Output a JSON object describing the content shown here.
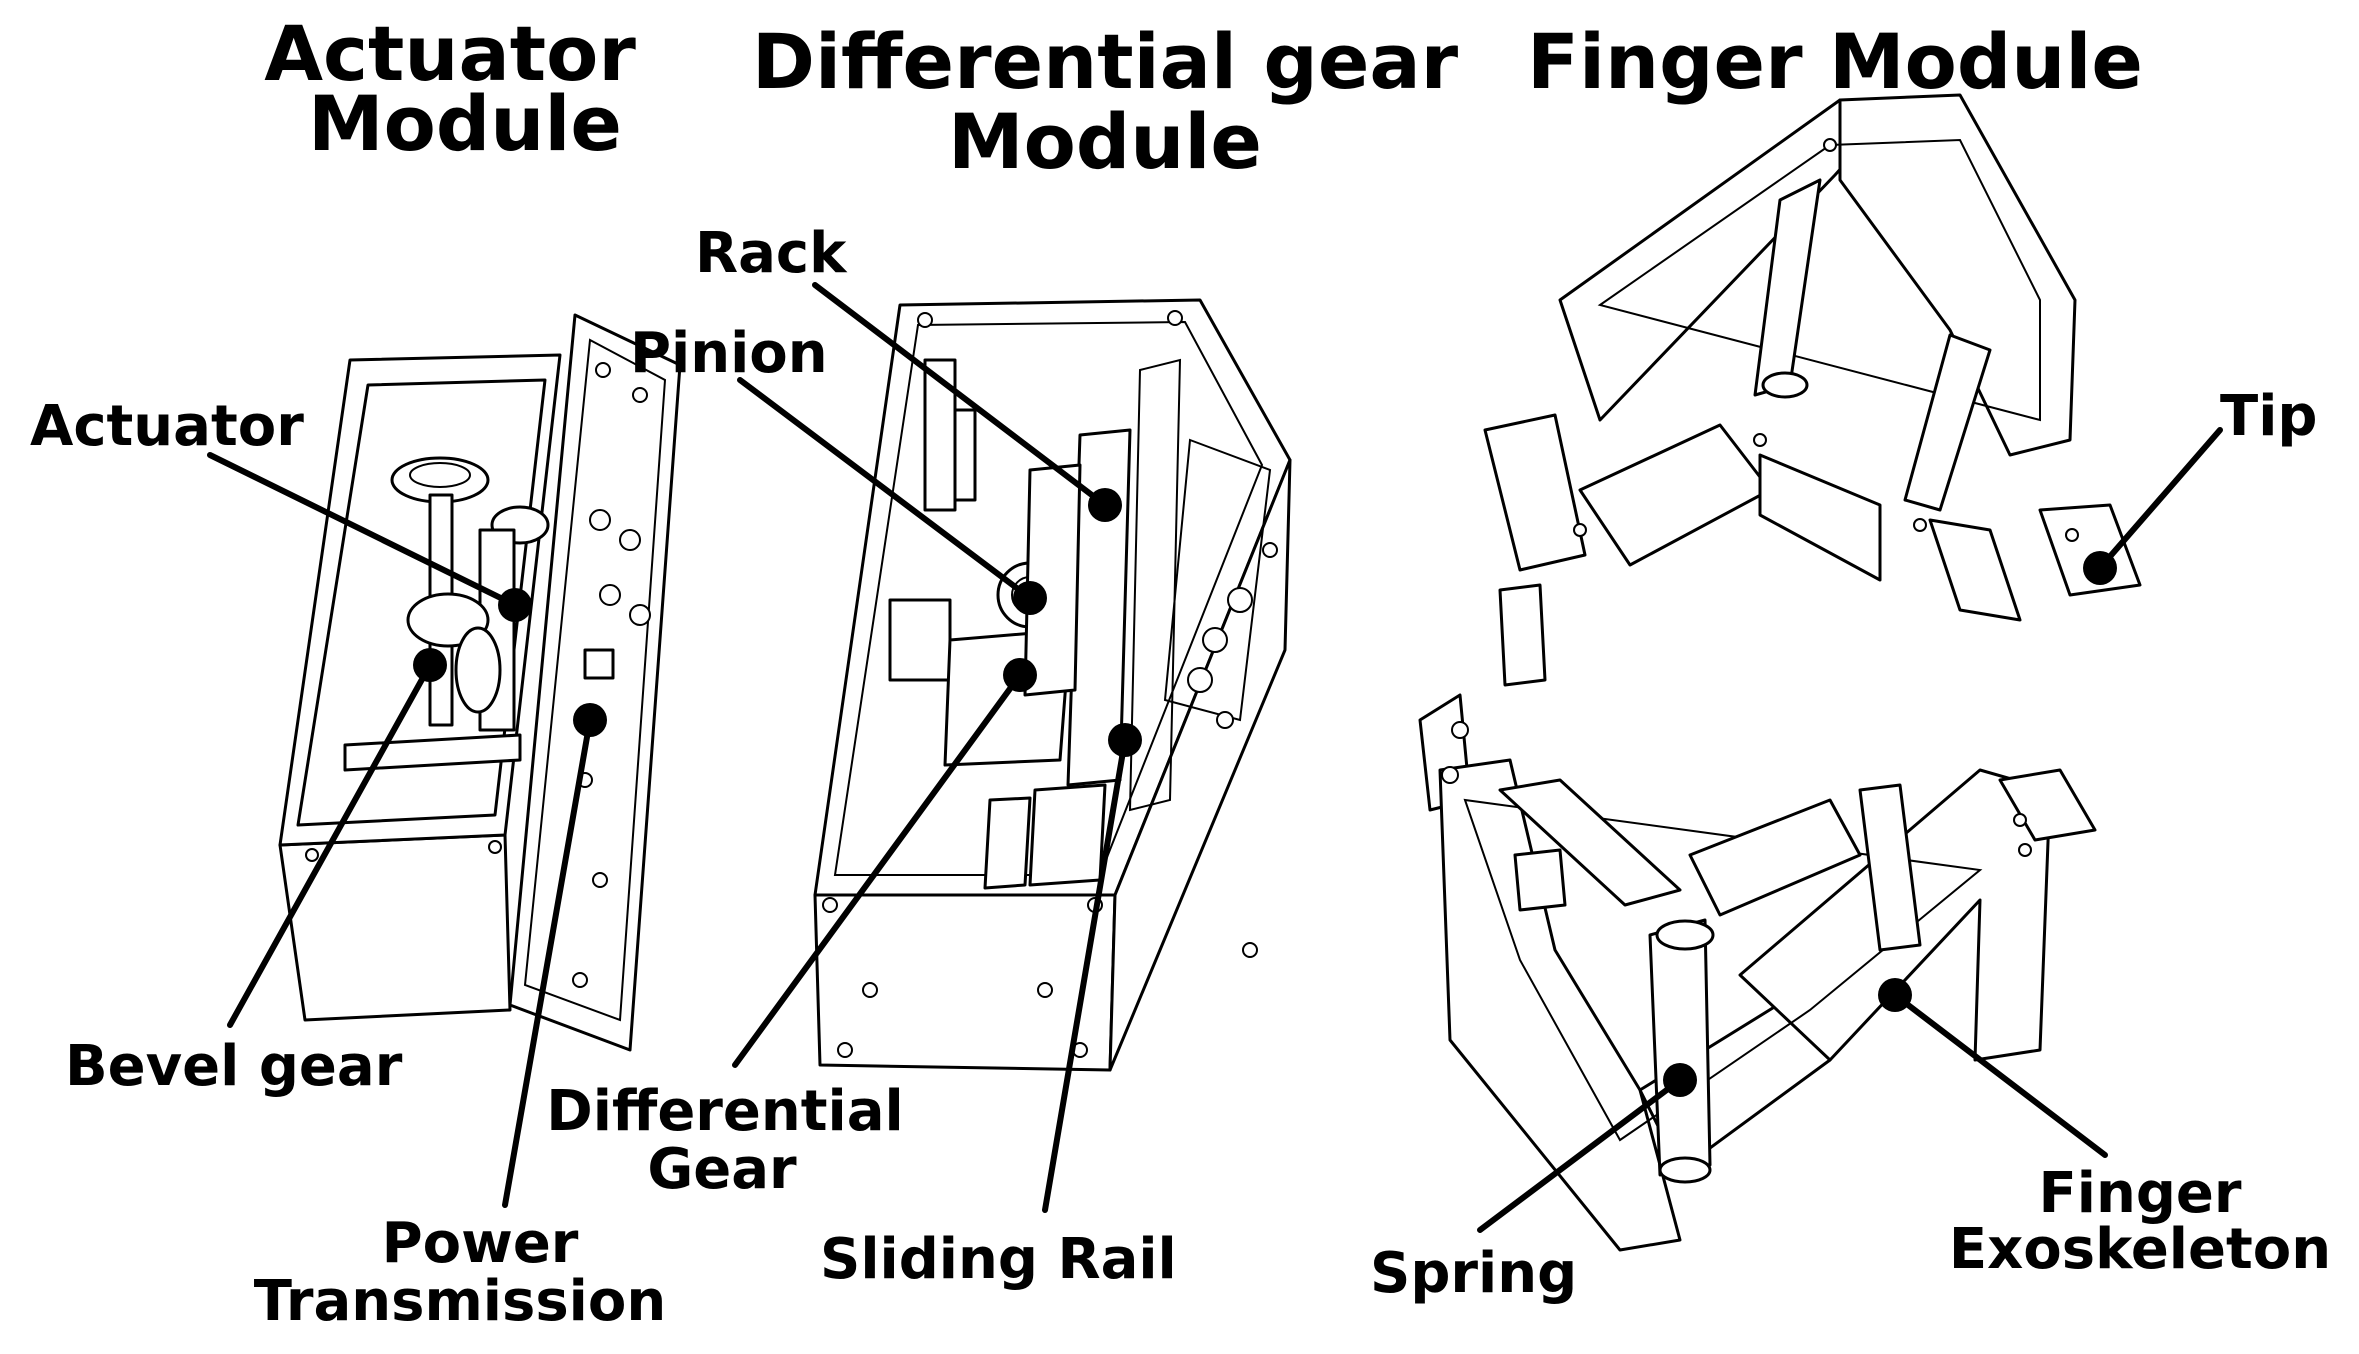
{
  "modules": {
    "actuator": {
      "line1": "Actuator",
      "line2": "Module"
    },
    "differential": {
      "line1": "Differential gear",
      "line2": "Module"
    },
    "finger": {
      "line1": "Finger Module"
    }
  },
  "labels": {
    "actuator": "Actuator",
    "bevel_gear": "Bevel gear",
    "power_transmission": {
      "line1": "Power",
      "line2": "Transmission"
    },
    "rack": "Rack",
    "pinion": "Pinion",
    "differential_gear": {
      "line1": "Differential",
      "line2": "Gear"
    },
    "sliding_rail": "Sliding Rail",
    "tip": "Tip",
    "spring": "Spring",
    "finger_exoskeleton": {
      "line1": "Finger",
      "line2": "Exoskeleton"
    }
  }
}
